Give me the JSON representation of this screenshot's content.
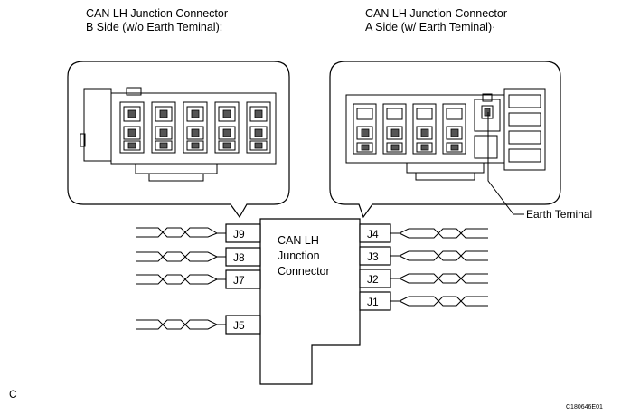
{
  "left_connector": {
    "title_line1": "CAN LH Junction Connector",
    "title_line2": "B Side (w/o Earth Teminal):"
  },
  "right_connector": {
    "title_line1": "CAN LH Junction Connector",
    "title_line2": "A Side (w/ Earth Teminal)·"
  },
  "earth_label": "Earth Teminal",
  "center_box": {
    "line1": "CAN LH",
    "line2": "Junction",
    "line3": "Connector"
  },
  "left_pins": [
    "J9",
    "J8",
    "J7",
    "J5"
  ],
  "right_pins": [
    "J4",
    "J3",
    "J2",
    "J1"
  ],
  "corner_label": "C",
  "figure_code": "C180646E01"
}
